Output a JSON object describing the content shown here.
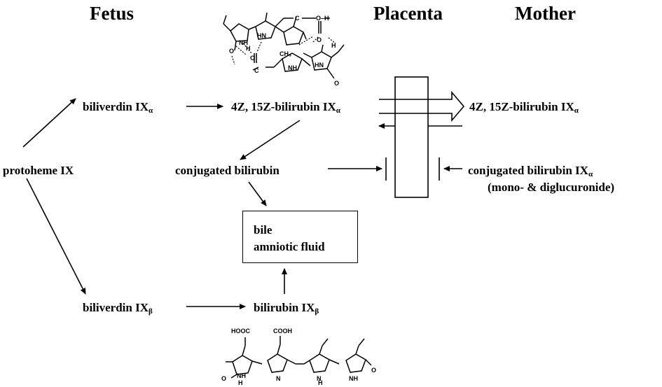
{
  "headers": {
    "fetus": "Fetus",
    "placenta": "Placenta",
    "mother": "Mother"
  },
  "nodes": {
    "protoheme": "protoheme IX",
    "biliverdin_a": {
      "text": "biliverdin IX",
      "sub": "α"
    },
    "bilirubin_4z": {
      "text": "4Z, 15Z-bilirubin IX",
      "sub": "α"
    },
    "bilirubin_mother": {
      "text": "4Z, 15Z-bilirubin IX",
      "sub": "α"
    },
    "conjugated": "conjugated bilirubin",
    "conjugated_mother": {
      "text": "conjugated bilirubin IX",
      "sub": "α"
    },
    "conjugated_mother_note": "(mono- & diglucuronide)",
    "bile": "bile",
    "amniotic": "amniotic fluid",
    "biliverdin_b": {
      "text": "biliverdin IX",
      "sub": "β"
    },
    "bilirubin_b": {
      "text": "bilirubin IX",
      "sub": "β"
    }
  },
  "structure_labels": {
    "top": {
      "nh1": "NH",
      "nh2": "HN",
      "nh3": "NH",
      "nh4": "HN",
      "ch3": "CH₃",
      "c1": "C",
      "c2": "C",
      "o1": "O",
      "o2": "O",
      "o3": "O",
      "o4": "O",
      "oh1": "O–H",
      "h1": "H",
      "h2": "H"
    },
    "bottom": {
      "hooc": "HOOC",
      "cooh": "COOH",
      "nh1": "NH",
      "nh2": "N",
      "nh3": "N",
      "nh4": "NH",
      "h1": "H",
      "h2": "H",
      "o1": "O",
      "o2": "O"
    }
  }
}
